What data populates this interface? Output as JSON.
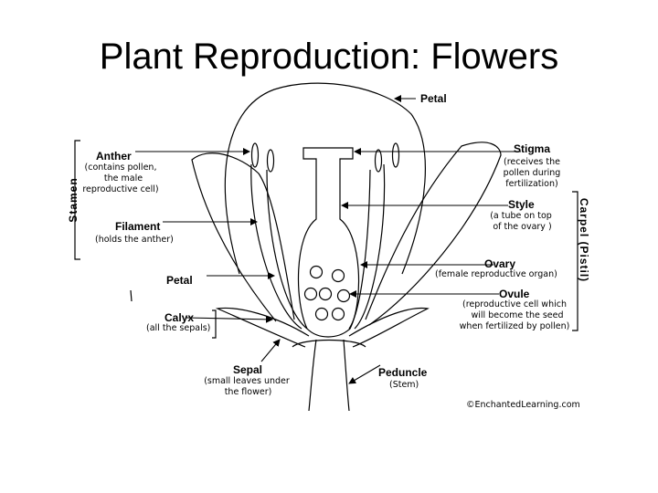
{
  "title": "Plant Reproduction: Flowers",
  "labels": {
    "petal_top": "Petal",
    "anther": "Anther",
    "anther_desc": "(contains pollen,\n  the male\nreproductive cell)",
    "stigma": "Stigma",
    "stigma_desc": "(receives the\npollen during\nfertilization)",
    "style": "Style",
    "style_desc": "(a tube on top\n of the ovary )",
    "filament": "Filament",
    "filament_desc": "(holds the anther)",
    "ovary": "Ovary",
    "ovary_desc": "(female reproductive organ)",
    "petal_left": "Petal",
    "ovule": "Ovule",
    "ovule_desc": "(reproductive cell which\n  will become the seed\nwhen fertilized by pollen)",
    "calyx": "Calyx",
    "calyx_desc": "(all the sepals)",
    "sepal": "Sepal",
    "sepal_desc": "(small leaves under\n the flower)",
    "peduncle": "Peduncle",
    "peduncle_desc": "(Stem)",
    "stamen": "Stamen",
    "carpel": "Carpel (Pistil)",
    "credit": "©EnchantedLearning.com"
  }
}
